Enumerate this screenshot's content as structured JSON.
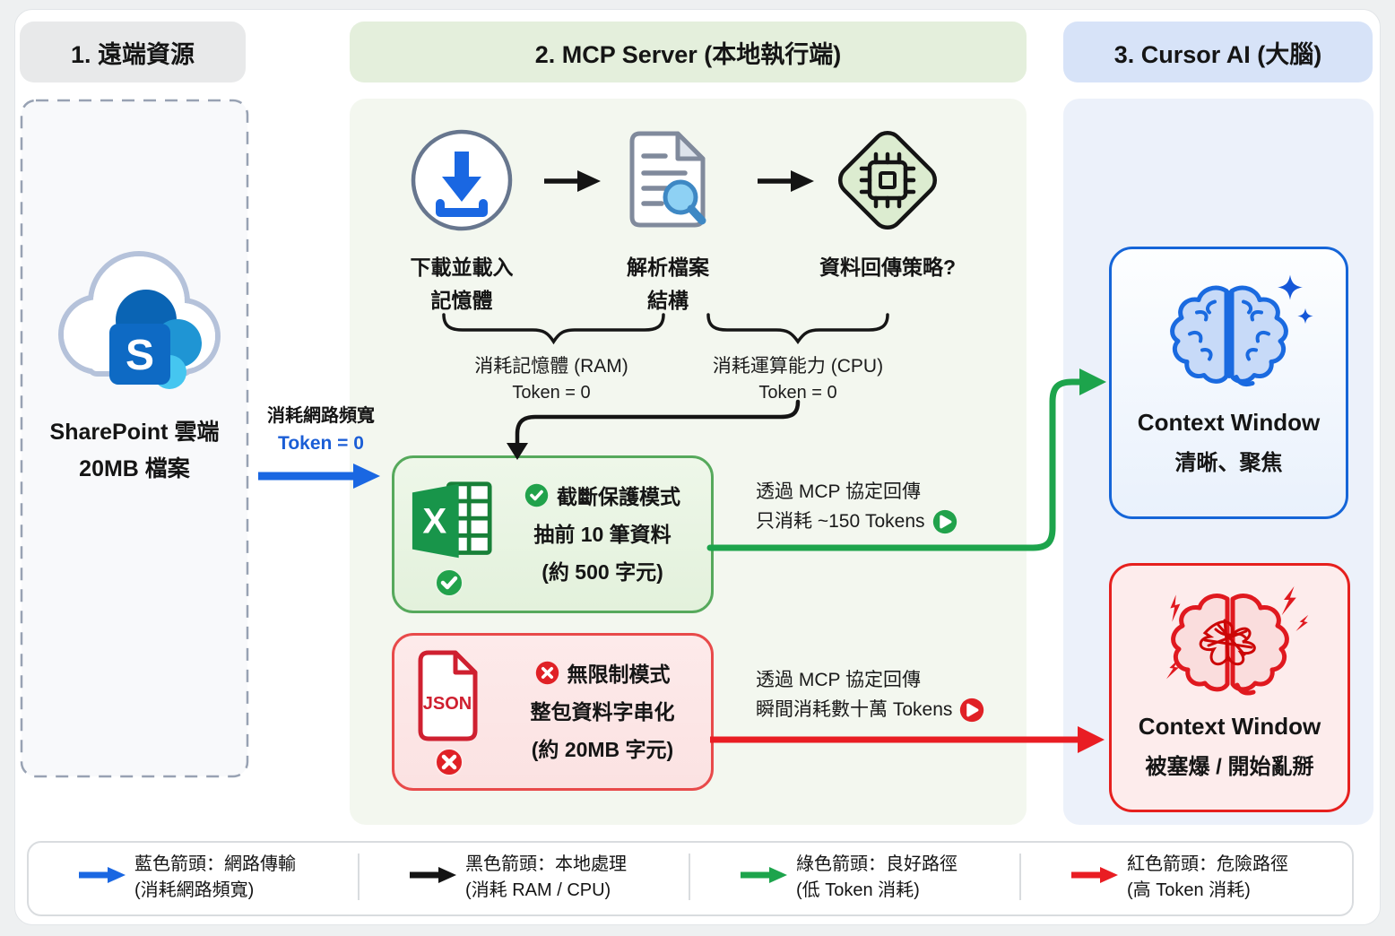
{
  "headers": {
    "col1": "1. 遠端資源",
    "col2": "2. MCP Server (本地執行端)",
    "col3": "3. Cursor AI (大腦)"
  },
  "source": {
    "logo_letter": "S",
    "name_line1": "SharePoint 雲端",
    "name_line2": "20MB 檔案",
    "transfer_label": "消耗網路頻寬",
    "transfer_token": "Token = 0"
  },
  "pipeline": {
    "step1_line1": "下載並載入",
    "step1_line2": "記憶體",
    "step2_line1": "解析檔案",
    "step2_line2": "結構",
    "step3": "資料回傳策略?",
    "ram_label": "消耗記憶體 (RAM)",
    "ram_token": "Token = 0",
    "cpu_label": "消耗運算能力 (CPU)",
    "cpu_token": "Token = 0"
  },
  "safe_mode": {
    "icon_letter": "X",
    "title": "截斷保護模式",
    "line2": "抽前 10 筆資料",
    "line3": "(約 500 字元)",
    "path_line1": "透過 MCP 協定回傳",
    "path_line2": "只消耗 ~150 Tokens"
  },
  "danger_mode": {
    "icon_label": "JSON",
    "title": "無限制模式",
    "line2": "整包資料字串化",
    "line3": "(約 20MB 字元)",
    "path_line1": "透過 MCP 協定回傳",
    "path_line2": "瞬間消耗數十萬 Tokens"
  },
  "good_outcome": {
    "title": "Context Window",
    "subtitle": "清晰、聚焦"
  },
  "bad_outcome": {
    "title": "Context Window",
    "subtitle": "被塞爆 / 開始亂掰"
  },
  "legend": {
    "items": [
      {
        "line1": "藍色箭頭：網路傳輸",
        "line2": "(消耗網路頻寬)",
        "color": "#1a67e2"
      },
      {
        "line1": "黑色箭頭：本地處理",
        "line2": "(消耗 RAM / CPU)",
        "color": "#141414"
      },
      {
        "line1": "綠色箭頭：良好路徑",
        "line2": "(低 Token 消耗)",
        "color": "#1da44c"
      },
      {
        "line1": "紅色箭頭：危險路徑",
        "line2": "(高 Token 消耗)",
        "color": "#e91d23"
      }
    ]
  },
  "colors": {
    "blue_arrow": "#1a67e2",
    "black_arrow": "#141414",
    "green_arrow": "#1da44c",
    "red_arrow": "#e91d23",
    "header_remote_bg": "#e8e9ea",
    "header_mcp_bg": "#e4efdc",
    "header_cursor_bg": "#d7e3f8",
    "mid_panel_bg": "#f3f7ef",
    "right_panel_bg": "#ecf1fa",
    "safe_border": "#56a95c",
    "danger_border": "#e84a4a",
    "good_box_border": "#1565d8",
    "bad_box_border": "#e6201e"
  }
}
